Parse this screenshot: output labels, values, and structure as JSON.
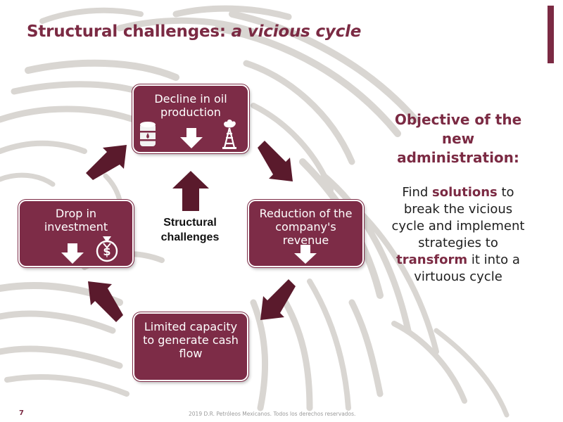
{
  "title": {
    "main": "Structural challenges: ",
    "italic": "a vicious cycle"
  },
  "colors": {
    "brand": "#7b2a43",
    "box_fill": "#7d2c47",
    "watermark": "#d9d6d2"
  },
  "cycle": {
    "top": "Decline in oil production",
    "right": "Reduction of the company's revenue",
    "bottom": "Limited capacity to generate cash flow",
    "left": "Drop in investment",
    "center": "Structural challenges"
  },
  "icons": {
    "top_left": "oil-barrel-icon",
    "top_right": "oil-rig-icon",
    "left_right": "money-bag-down-icon",
    "arrow": "down-arrow-icon"
  },
  "objective": {
    "title": "Objective of the new administration:",
    "text_1": "Find ",
    "hl_1": "solutions",
    "text_2": " to break the vicious cycle and implement strategies to ",
    "hl_2": "transform",
    "text_3": " it into a virtuous cycle"
  },
  "footer": {
    "page_number": "7",
    "copyright": "2019 D.R. Petróleos Mexicanos. Todos los derechos reservados."
  }
}
